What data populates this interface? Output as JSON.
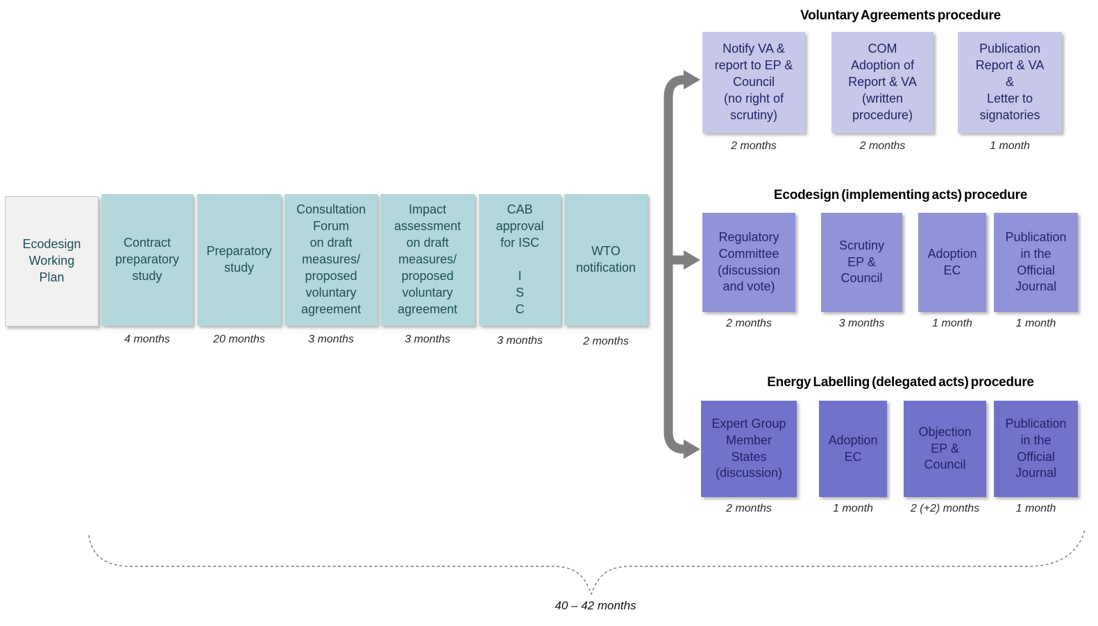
{
  "main_chain": {
    "stages": [
      {
        "label": "Ecodesign\nWorking\nPlan",
        "duration": ""
      },
      {
        "label": "Contract\npreparatory\nstudy",
        "duration": "4 months"
      },
      {
        "label": "Preparatory\nstudy",
        "duration": "20 months"
      },
      {
        "label": "Consultation\nForum\non draft\nmeasures/\nproposed\nvoluntary\nagreement",
        "duration": "3 months"
      },
      {
        "label": "Impact\nassessment\non draft\nmeasures/\nproposed\nvoluntary\nagreement",
        "duration": "3 months"
      },
      {
        "label": "CAB\napproval\nfor ISC\n\nI\nS\nC",
        "duration": "3 months"
      },
      {
        "label": "WTO\nnotification",
        "duration": "2 months"
      }
    ]
  },
  "procedures": {
    "voluntary": {
      "title": "Voluntary Agreements procedure",
      "steps": [
        {
          "label": "Notify VA &\nreport to EP &\nCouncil\n(no right of\nscrutiny)",
          "duration": "2 months"
        },
        {
          "label": "COM\nAdoption of\nReport & VA\n(written\nprocedure)",
          "duration": "2 months"
        },
        {
          "label": "Publication\nReport & VA\n&\nLetter to\nsignatories",
          "duration": "1 month"
        }
      ]
    },
    "ecodesign": {
      "title": "Ecodesign (implementing acts) procedure",
      "steps": [
        {
          "label": "Regulatory\nCommittee\n(discussion\nand vote)",
          "duration": "2 months"
        },
        {
          "label": "Scrutiny\nEP &\nCouncil",
          "duration": "3 months"
        },
        {
          "label": "Adoption\nEC",
          "duration": "1 month"
        },
        {
          "label": "Publication\nin the\nOfficial\nJournal",
          "duration": "1 month"
        }
      ]
    },
    "energy_labelling": {
      "title": "Energy Labelling (delegated acts) procedure",
      "steps": [
        {
          "label": "Expert Group\nMember\nStates\n(discussion)",
          "duration": "2 months"
        },
        {
          "label": "Adoption\nEC",
          "duration": "1 month"
        },
        {
          "label": "Objection\nEP &\nCouncil",
          "duration": "2 (+2) months"
        },
        {
          "label": "Publication\nin the\nOfficial\nJournal",
          "duration": "1 month"
        }
      ]
    }
  },
  "total_duration": "40 – 42 months",
  "colors": {
    "stage_plan_bg": "#f1f1f0",
    "stage_bg": "#b2d8db",
    "stage_text": "#1d4f58",
    "va_bg": "#c7c7e9",
    "ecodesign_bg": "#9193d9",
    "labelling_bg": "#7173cb",
    "procedure_text": "#222268",
    "arrow": "#7f7f7f"
  }
}
